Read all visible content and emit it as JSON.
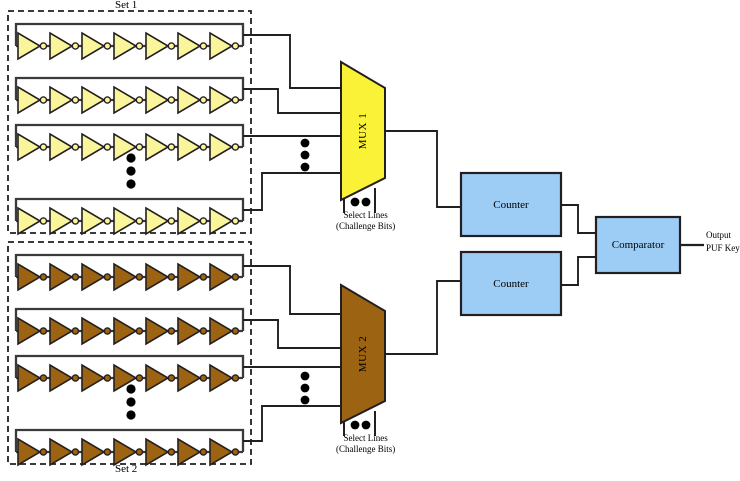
{
  "diagram": {
    "title": "Ring Oscillator PUF Block Diagram",
    "colors": {
      "ro_set1_fill": "#FAF49B",
      "ro_set2_fill": "#9C6312",
      "mux1_fill": "#FAF237",
      "mux2_fill": "#9C6312",
      "block_fill": "#9DCCF5",
      "stroke": "#231F20",
      "background": "#FFFFFF"
    },
    "sets": [
      {
        "label": "Set 1",
        "label_position": "top",
        "fill": "#FAF49B",
        "ring_count_visible": 4,
        "inverters_per_ring": 7,
        "ellipsis": "vertical-three-dots"
      },
      {
        "label": "Set 2",
        "label_position": "bottom",
        "fill": "#9C6312",
        "ring_count_visible": 4,
        "inverters_per_ring": 7,
        "ellipsis": "vertical-three-dots"
      }
    ],
    "muxes": [
      {
        "label": "MUX 1",
        "fill": "#FAF237",
        "select_label_line1": "Select Lines",
        "select_label_line2": "(Challenge Bits)",
        "select_dots": 2,
        "input_ellipsis": "vertical-three-dots"
      },
      {
        "label": "MUX 2",
        "fill": "#9C6312",
        "select_label_line1": "Select Lines",
        "select_label_line2": "(Challenge Bits)",
        "select_dots": 2,
        "input_ellipsis": "vertical-three-dots"
      }
    ],
    "blocks": [
      {
        "name": "counter-top",
        "label": "Counter",
        "fill": "#9DCCF5"
      },
      {
        "name": "counter-bottom",
        "label": "Counter",
        "fill": "#9DCCF5"
      },
      {
        "name": "comparator",
        "label": "Comparator",
        "fill": "#9DCCF5"
      }
    ],
    "output": {
      "line1": "Output",
      "line2": "PUF Key"
    }
  }
}
